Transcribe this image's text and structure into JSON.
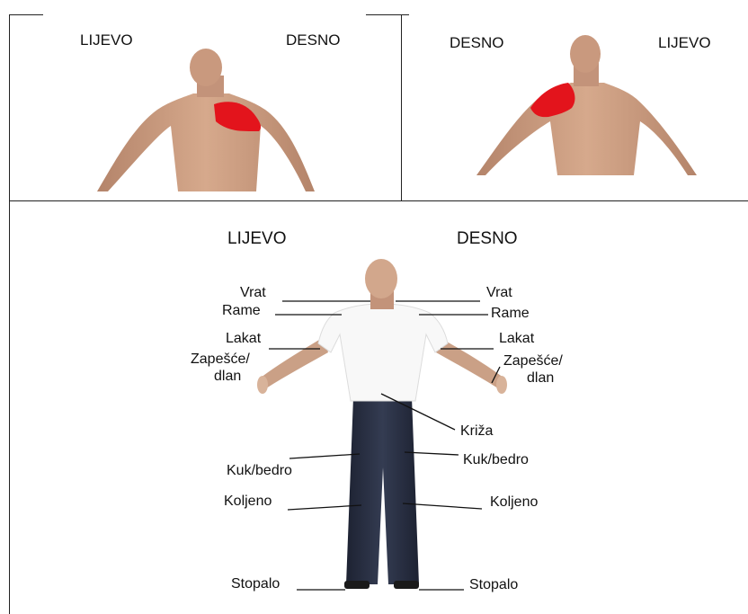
{
  "top_left_panel": {
    "left_label": "LIJEVO",
    "right_label": "DESNO"
  },
  "top_right_panel": {
    "left_label": "DESNO",
    "right_label": "LIJEVO"
  },
  "bottom_panel": {
    "left_header": "LIJEVO",
    "right_header": "DESNO",
    "left_labels": {
      "vrat": "Vrat",
      "rame": "Rame",
      "lakat": "Lakat",
      "zapesce_1": "Zapešće/",
      "zapesce_2": "dlan",
      "kuk": "Kuk/bedro",
      "koljeno": "Koljeno",
      "stopalo": "Stopalo"
    },
    "right_labels": {
      "vrat": "Vrat",
      "rame": "Rame",
      "lakat": "Lakat",
      "zapesce_1": "Zapešće/",
      "zapesce_2": "dlan",
      "kriza": "Križa",
      "kuk": "Kuk/bedro",
      "koljeno": "Koljeno",
      "stopalo": "Stopalo"
    }
  },
  "colors": {
    "highlight": "#e3141c",
    "skin": "#c99a7d",
    "shirt": "#f8f8f8",
    "jeans": "#262c3c",
    "border": "#222222"
  }
}
